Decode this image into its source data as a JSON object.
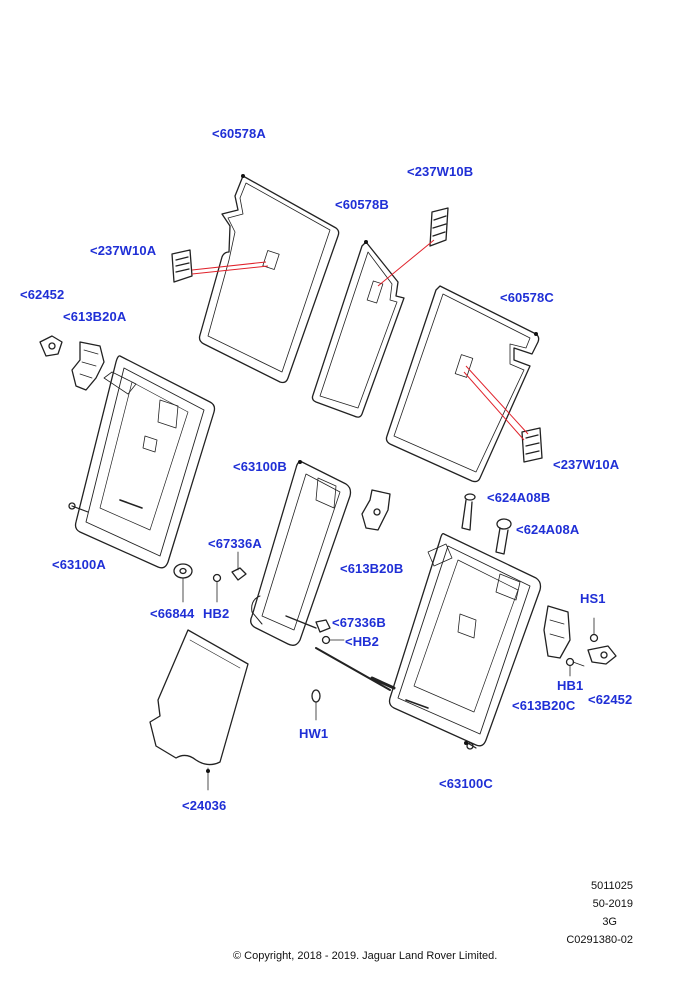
{
  "colors": {
    "callout": "#1f2fd6",
    "leader": "#e0222b",
    "line": "#222222"
  },
  "callouts": [
    {
      "id": "60578A_top",
      "text": "<60578A"
    },
    {
      "id": "237W10B_top",
      "text": "<237W10B"
    },
    {
      "id": "60578B",
      "text": "<60578B"
    },
    {
      "id": "237W10A_left",
      "text": "<237W10A"
    },
    {
      "id": "62452_left",
      "text": "<62452"
    },
    {
      "id": "613B20A",
      "text": "<613B20A"
    },
    {
      "id": "60578C",
      "text": "<60578C"
    },
    {
      "id": "237W10A_right",
      "text": "<237W10A"
    },
    {
      "id": "63100B",
      "text": "<63100B"
    },
    {
      "id": "624A08B",
      "text": "<624A08B"
    },
    {
      "id": "624A08A",
      "text": "<624A08A"
    },
    {
      "id": "67336A",
      "text": "<67336A"
    },
    {
      "id": "613B20B",
      "text": "<613B20B"
    },
    {
      "id": "63100A",
      "text": "<63100A"
    },
    {
      "id": "66844",
      "text": "<66844"
    },
    {
      "id": "HB2_left",
      "text": "HB2"
    },
    {
      "id": "67336B",
      "text": "<67336B"
    },
    {
      "id": "HB2_mid",
      "text": "<HB2"
    },
    {
      "id": "HS1",
      "text": "HS1"
    },
    {
      "id": "HB1",
      "text": "HB1"
    },
    {
      "id": "62452_right",
      "text": "<62452"
    },
    {
      "id": "613B20C",
      "text": "<613B20C"
    },
    {
      "id": "HW1",
      "text": "HW1"
    },
    {
      "id": "63100C",
      "text": "<63100C"
    },
    {
      "id": "24036",
      "text": "<24036"
    }
  ],
  "footer": {
    "ref_1": "5011025",
    "ref_2": "50-2019",
    "ref_3": "3G",
    "ref_4": "C0291380-02",
    "copyright": "© Copyright, 2018 - 2019. Jaguar Land Rover Limited."
  }
}
